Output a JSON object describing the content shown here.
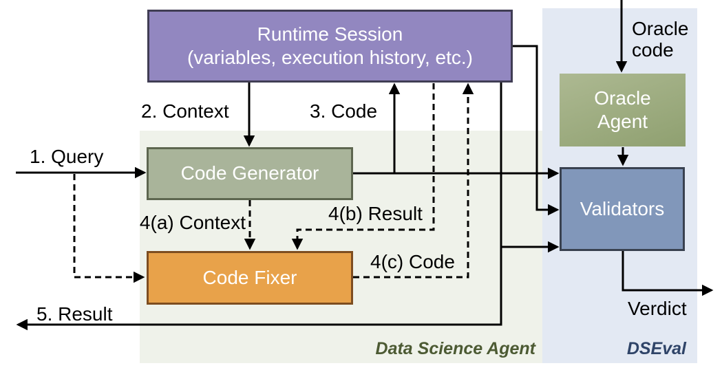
{
  "diagram": {
    "boxes": {
      "runtime_session": {
        "line1": "Runtime Session",
        "line2": "(variables, execution history, etc.)",
        "fill": "#9287c0",
        "border": "#403d54"
      },
      "code_generator": {
        "label": "Code Generator",
        "fill": "#a9b49a",
        "border": "#5d664f"
      },
      "code_fixer": {
        "label": "Code Fixer",
        "fill": "#e8a24a",
        "border": "#7d4d20"
      },
      "oracle_agent": {
        "line1": "Oracle",
        "line2": "Agent",
        "fill_top": "#adb992",
        "fill_bottom": "#8fa070"
      },
      "validators": {
        "label": "Validators",
        "fill": "#8197ba",
        "border": "#39414f"
      }
    },
    "edge_labels": {
      "query": "1. Query",
      "context": "2. Context",
      "code": "3. Code",
      "fix_context": "4(a) Context",
      "fix_result": "4(b) Result",
      "fix_code": "4(c) Code",
      "result": "5. Result",
      "oracle_code_line1": "Oracle",
      "oracle_code_line2": "code",
      "verdict": "Verdict"
    },
    "regions": {
      "data_science_agent": {
        "label": "Data Science Agent",
        "bg": "#eff2ea",
        "label_color": "#4c5a33"
      },
      "dseval": {
        "label": "DSEval",
        "bg": "#e3e9f3",
        "label_color": "#2f4468"
      }
    },
    "line_color": "#000000"
  }
}
